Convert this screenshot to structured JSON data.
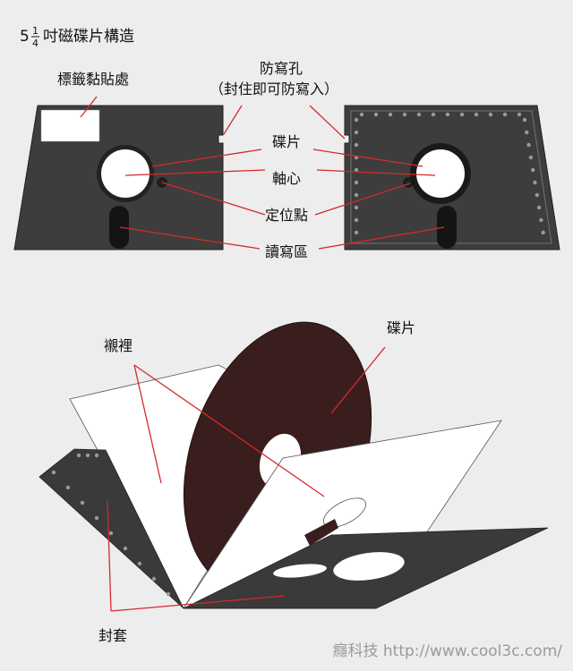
{
  "title": {
    "whole": "5",
    "numerator": "1",
    "denominator": "4",
    "text": "吋磁碟片構造"
  },
  "labels": {
    "label_area": "標籤黏貼處",
    "write_protect": "防寫孔",
    "write_protect_note": "（封住即可防寫入）",
    "disk": "碟片",
    "spindle": "軸心",
    "index_hole": "定位點",
    "read_write_window": "讀寫區",
    "disk_exploded": "碟片",
    "liner": "襯裡",
    "jacket": "封套"
  },
  "watermark": "癮科技 http://www.cool3c.com/",
  "colors": {
    "jacket": "#3d3d3d",
    "disk": "#3a1d1d",
    "leader_line": "#d42a2a",
    "background": "#ededed",
    "watermark": "#9a9a9a"
  }
}
